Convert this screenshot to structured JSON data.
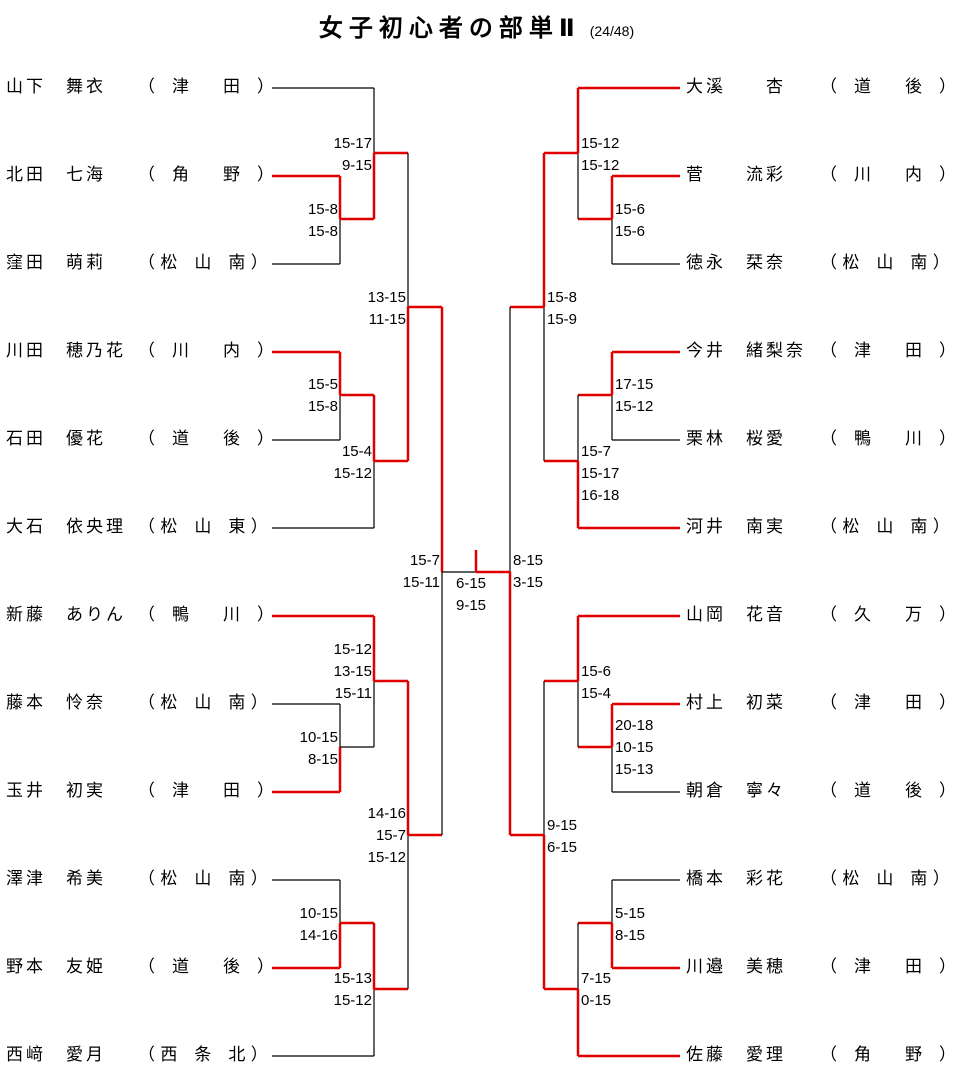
{
  "title": "女子初心者の部単Ⅱ",
  "count": "(24/48)",
  "colors": {
    "win": "#e00000",
    "lose": "#000000"
  },
  "left_players": [
    {
      "name": "山下　舞衣",
      "team": "（　津　　田　）"
    },
    {
      "name": "北田　七海",
      "team": "（　角　　野　）"
    },
    {
      "name": "窪田　萌莉",
      "team": "（ 松　山　南 ）"
    },
    {
      "name": "川田　穂乃花",
      "team": "（　川　　内　）"
    },
    {
      "name": "石田　優花",
      "team": "（　道　　後　）"
    },
    {
      "name": "大石　依央理",
      "team": "（ 松　山　東 ）"
    },
    {
      "name": "新藤　ありん",
      "team": "（　鴨　　川　）"
    },
    {
      "name": "藤本　怜奈",
      "team": "（ 松　山　南 ）"
    },
    {
      "name": "玉井　初実",
      "team": "（　津　　田　）"
    },
    {
      "name": "澤津　希美",
      "team": "（ 松　山　南 ）"
    },
    {
      "name": "野本　友姫",
      "team": "（　道　　後　）"
    },
    {
      "name": "西﨑　愛月",
      "team": "（ 西　条　北 ）"
    }
  ],
  "right_players": [
    {
      "name": "大溪　　杏",
      "team": "（　道　　後　）"
    },
    {
      "name": "菅　　流彩",
      "team": "（　川　　内　）"
    },
    {
      "name": "徳永　栞奈",
      "team": "（ 松　山　南 ）"
    },
    {
      "name": "今井　緒梨奈",
      "team": "（　津　　田　）"
    },
    {
      "name": "栗林　桜愛",
      "team": "（　鴨　　川　）"
    },
    {
      "name": "河井　南実",
      "team": "（ 松　山　南 ）"
    },
    {
      "name": "山岡　花音",
      "team": "（　久　　万　）"
    },
    {
      "name": "村上　初菜",
      "team": "（　津　　田　）"
    },
    {
      "name": "朝倉　寧々",
      "team": "（　道　　後　）"
    },
    {
      "name": "橋本　彩花",
      "team": "（ 松　山　南 ）"
    },
    {
      "name": "川邉　美穂",
      "team": "（　津　　田　）"
    },
    {
      "name": "佐藤　愛理",
      "team": "（　角　　野　）"
    }
  ],
  "scores": {
    "L_r1_a": "15-8\n15-8",
    "L_r2_a": "15-17\n9-15",
    "L_r1_b": "15-5\n15-8",
    "L_r2_b": "15-4\n15-12",
    "L_r3_a": "13-15\n11-15",
    "L_r1_c": "10-15\n8-15",
    "L_r2_c": "15-12\n13-15\n15-11",
    "L_r1_d": "10-15\n14-16",
    "L_r2_d": "15-13\n15-12",
    "L_r3_b": "14-16\n15-7\n15-12",
    "L_r4": "15-7\n15-11",
    "final": "6-15\n9-15",
    "R_r4": "8-15\n3-15",
    "R_r1_a": "15-6\n15-6",
    "R_r2_a": "15-12\n15-12",
    "R_r1_b": "17-15\n15-12",
    "R_r2_b": "15-7\n15-17\n16-18",
    "R_r3_a": "15-8\n15-9",
    "R_r1_c": "20-18\n10-15\n15-13",
    "R_r2_c": "15-6\n15-4",
    "R_r1_d": "5-15\n8-15",
    "R_r2_d": "7-15\n0-15",
    "R_r3_b": "9-15\n6-15"
  }
}
